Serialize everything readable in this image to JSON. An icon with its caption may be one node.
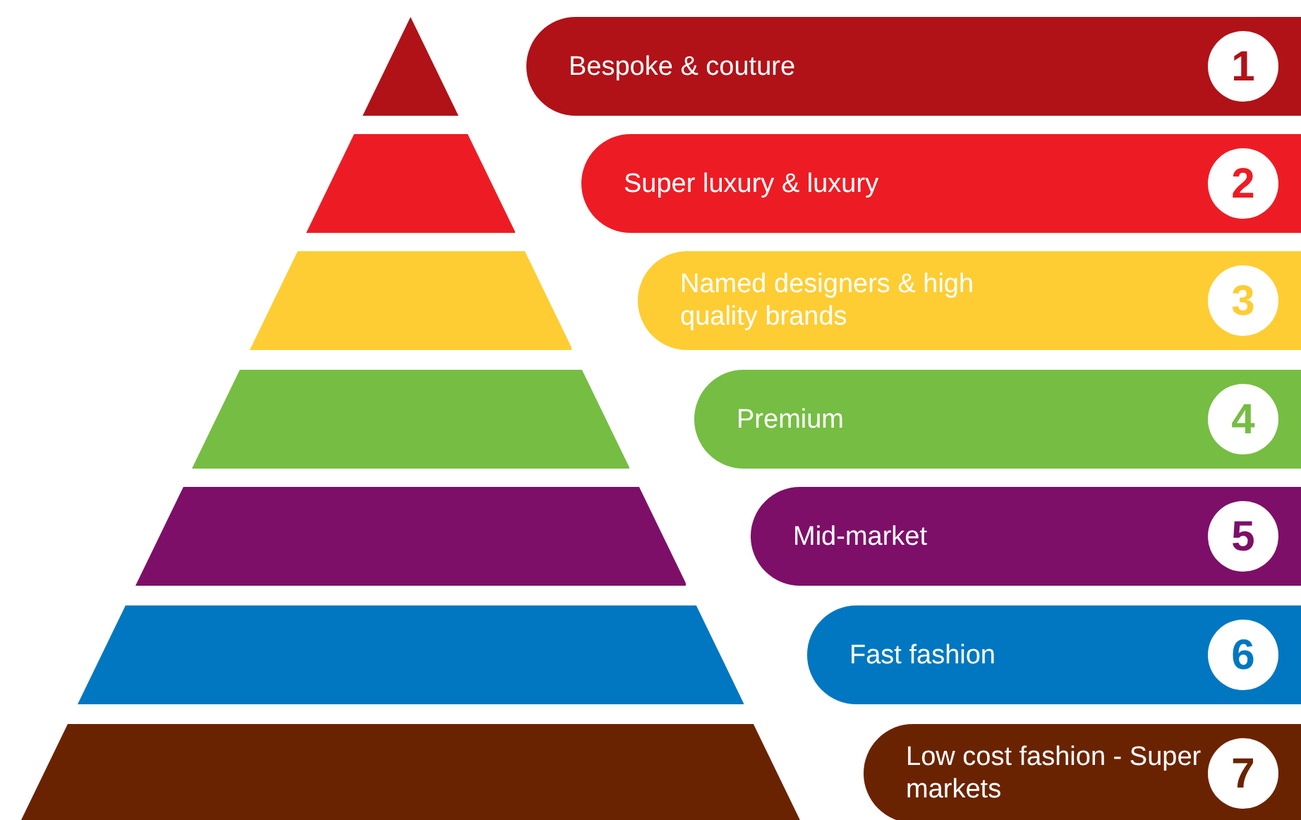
{
  "diagram": {
    "nodes": [
      {
        "text": [],
        "shape": "trapezoid"
      },
      {
        "text": [],
        "shape": "trapezoid"
      },
      {
        "text": [],
        "shape": "trapezoid"
      },
      {
        "text": [],
        "shape": "trapezoid"
      },
      {
        "text": [],
        "shape": "trapezoid"
      },
      {
        "text": [],
        "shape": "trapezoid"
      },
      {
        "text": [],
        "shape": "trapezoid"
      },
      {
        "text": [
          "Bespoke & couture"
        ]
      },
      {
        "text": [
          "1"
        ],
        "in": 7
      },
      {
        "text": [
          "Super luxury & luxury"
        ]
      },
      {
        "text": [
          "2"
        ],
        "in": 9
      },
      {
        "text": [
          "Named designers & high quality brands"
        ]
      },
      {
        "text": [
          "3"
        ],
        "in": 11
      },
      {
        "text": [
          "Premium"
        ]
      },
      {
        "text": [
          "4"
        ],
        "in": 13
      },
      {
        "text": [
          "Mid-market"
        ]
      },
      {
        "text": [
          "5"
        ],
        "in": 15
      },
      {
        "text": [
          "Fast fashion"
        ]
      },
      {
        "text": [
          "6"
        ],
        "in": 17
      },
      {
        "text": [
          "Low cost fashion - Super markets"
        ]
      },
      {
        "text": [
          "7"
        ],
        "in": 19
      }
    ]
  }
}
